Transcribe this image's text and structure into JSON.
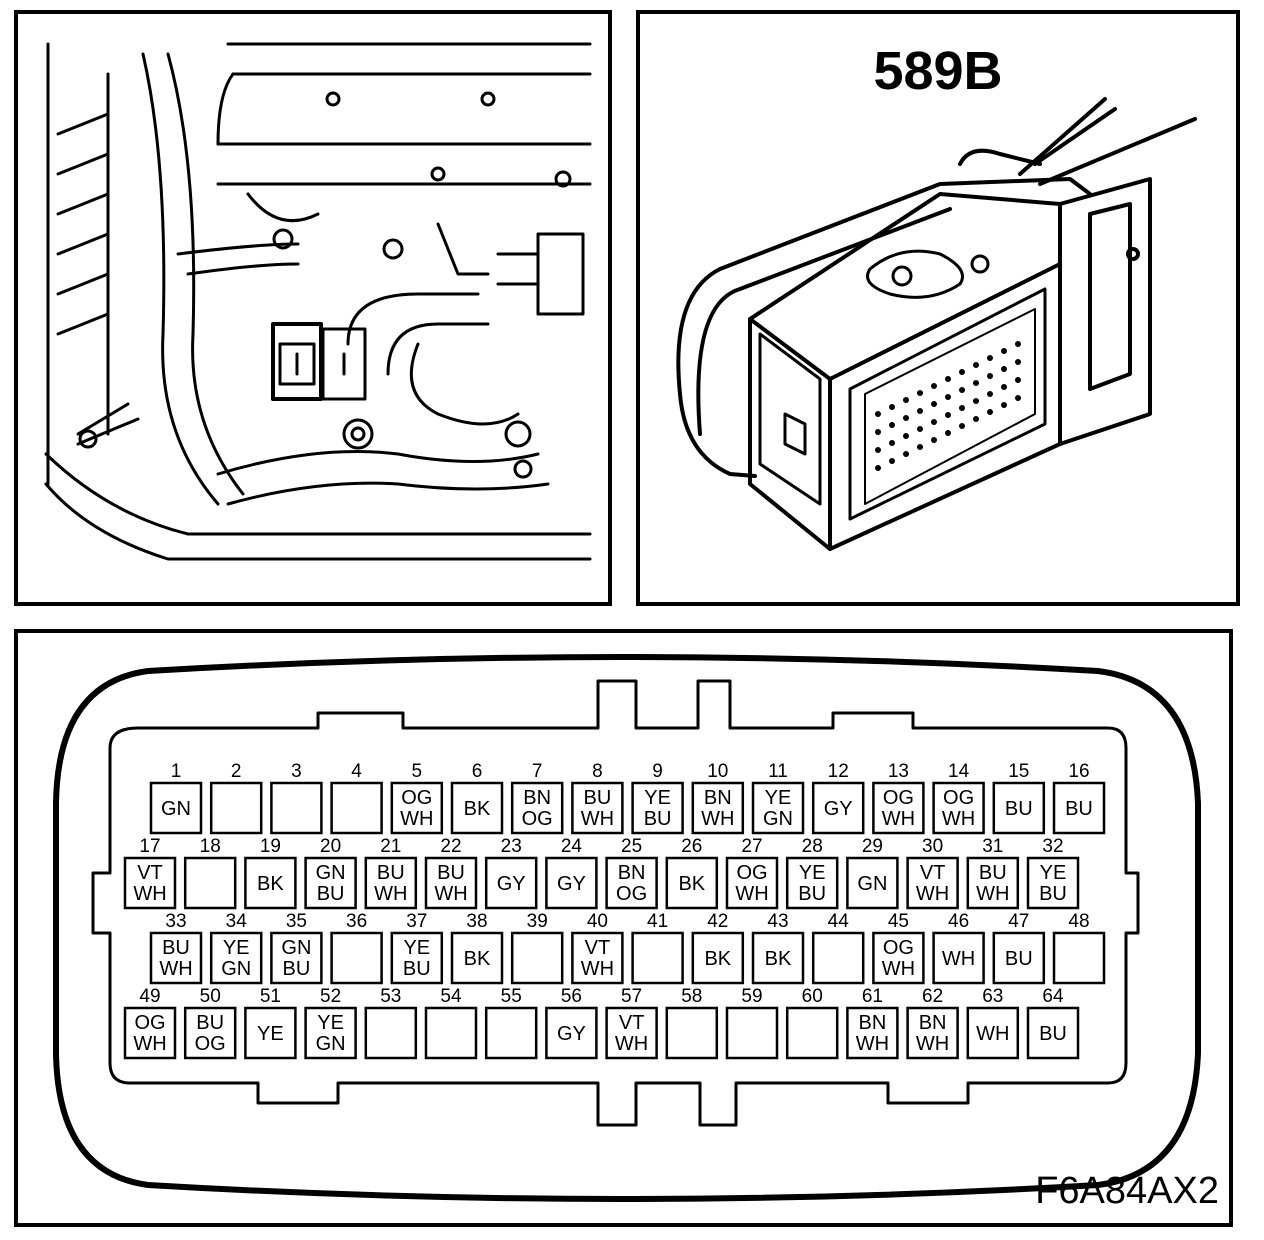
{
  "connector": {
    "label": "589B",
    "figure_code": "F6A84AX2"
  },
  "pins": [
    {
      "n": "1",
      "c": [
        "GN"
      ]
    },
    {
      "n": "2",
      "c": []
    },
    {
      "n": "3",
      "c": []
    },
    {
      "n": "4",
      "c": []
    },
    {
      "n": "5",
      "c": [
        "OG",
        "WH"
      ]
    },
    {
      "n": "6",
      "c": [
        "BK"
      ]
    },
    {
      "n": "7",
      "c": [
        "BN",
        "OG"
      ]
    },
    {
      "n": "8",
      "c": [
        "BU",
        "WH"
      ]
    },
    {
      "n": "9",
      "c": [
        "YE",
        "BU"
      ]
    },
    {
      "n": "10",
      "c": [
        "BN",
        "WH"
      ]
    },
    {
      "n": "11",
      "c": [
        "YE",
        "GN"
      ]
    },
    {
      "n": "12",
      "c": [
        "GY"
      ]
    },
    {
      "n": "13",
      "c": [
        "OG",
        "WH"
      ]
    },
    {
      "n": "14",
      "c": [
        "OG",
        "WH"
      ]
    },
    {
      "n": "15",
      "c": [
        "BU"
      ]
    },
    {
      "n": "16",
      "c": [
        "BU"
      ]
    },
    {
      "n": "17",
      "c": [
        "VT",
        "WH"
      ]
    },
    {
      "n": "18",
      "c": []
    },
    {
      "n": "19",
      "c": [
        "BK"
      ]
    },
    {
      "n": "20",
      "c": [
        "GN",
        "BU"
      ]
    },
    {
      "n": "21",
      "c": [
        "BU",
        "WH"
      ]
    },
    {
      "n": "22",
      "c": [
        "BU",
        "WH"
      ]
    },
    {
      "n": "23",
      "c": [
        "GY"
      ]
    },
    {
      "n": "24",
      "c": [
        "GY"
      ]
    },
    {
      "n": "25",
      "c": [
        "BN",
        "OG"
      ]
    },
    {
      "n": "26",
      "c": [
        "BK"
      ]
    },
    {
      "n": "27",
      "c": [
        "OG",
        "WH"
      ]
    },
    {
      "n": "28",
      "c": [
        "YE",
        "BU"
      ]
    },
    {
      "n": "29",
      "c": [
        "GN"
      ]
    },
    {
      "n": "30",
      "c": [
        "VT",
        "WH"
      ]
    },
    {
      "n": "31",
      "c": [
        "BU",
        "WH"
      ]
    },
    {
      "n": "32",
      "c": [
        "YE",
        "BU"
      ]
    },
    {
      "n": "33",
      "c": [
        "BU",
        "WH"
      ]
    },
    {
      "n": "34",
      "c": [
        "YE",
        "GN"
      ]
    },
    {
      "n": "35",
      "c": [
        "GN",
        "BU"
      ]
    },
    {
      "n": "36",
      "c": []
    },
    {
      "n": "37",
      "c": [
        "YE",
        "BU"
      ]
    },
    {
      "n": "38",
      "c": [
        "BK"
      ]
    },
    {
      "n": "39",
      "c": []
    },
    {
      "n": "40",
      "c": [
        "VT",
        "WH"
      ]
    },
    {
      "n": "41",
      "c": []
    },
    {
      "n": "42",
      "c": [
        "BK"
      ]
    },
    {
      "n": "43",
      "c": [
        "BK"
      ]
    },
    {
      "n": "44",
      "c": []
    },
    {
      "n": "45",
      "c": [
        "OG",
        "WH"
      ]
    },
    {
      "n": "46",
      "c": [
        "WH"
      ]
    },
    {
      "n": "47",
      "c": [
        "BU"
      ]
    },
    {
      "n": "48",
      "c": []
    },
    {
      "n": "49",
      "c": [
        "OG",
        "WH"
      ]
    },
    {
      "n": "50",
      "c": [
        "BU",
        "OG"
      ]
    },
    {
      "n": "51",
      "c": [
        "YE"
      ]
    },
    {
      "n": "52",
      "c": [
        "YE",
        "GN"
      ]
    },
    {
      "n": "53",
      "c": []
    },
    {
      "n": "54",
      "c": []
    },
    {
      "n": "55",
      "c": []
    },
    {
      "n": "56",
      "c": [
        "GY"
      ]
    },
    {
      "n": "57",
      "c": [
        "VT",
        "WH"
      ]
    },
    {
      "n": "58",
      "c": []
    },
    {
      "n": "59",
      "c": []
    },
    {
      "n": "60",
      "c": []
    },
    {
      "n": "61",
      "c": [
        "BN",
        "WH"
      ]
    },
    {
      "n": "62",
      "c": [
        "BN",
        "WH"
      ]
    },
    {
      "n": "63",
      "c": [
        "WH"
      ]
    },
    {
      "n": "64",
      "c": [
        "BU"
      ]
    }
  ]
}
